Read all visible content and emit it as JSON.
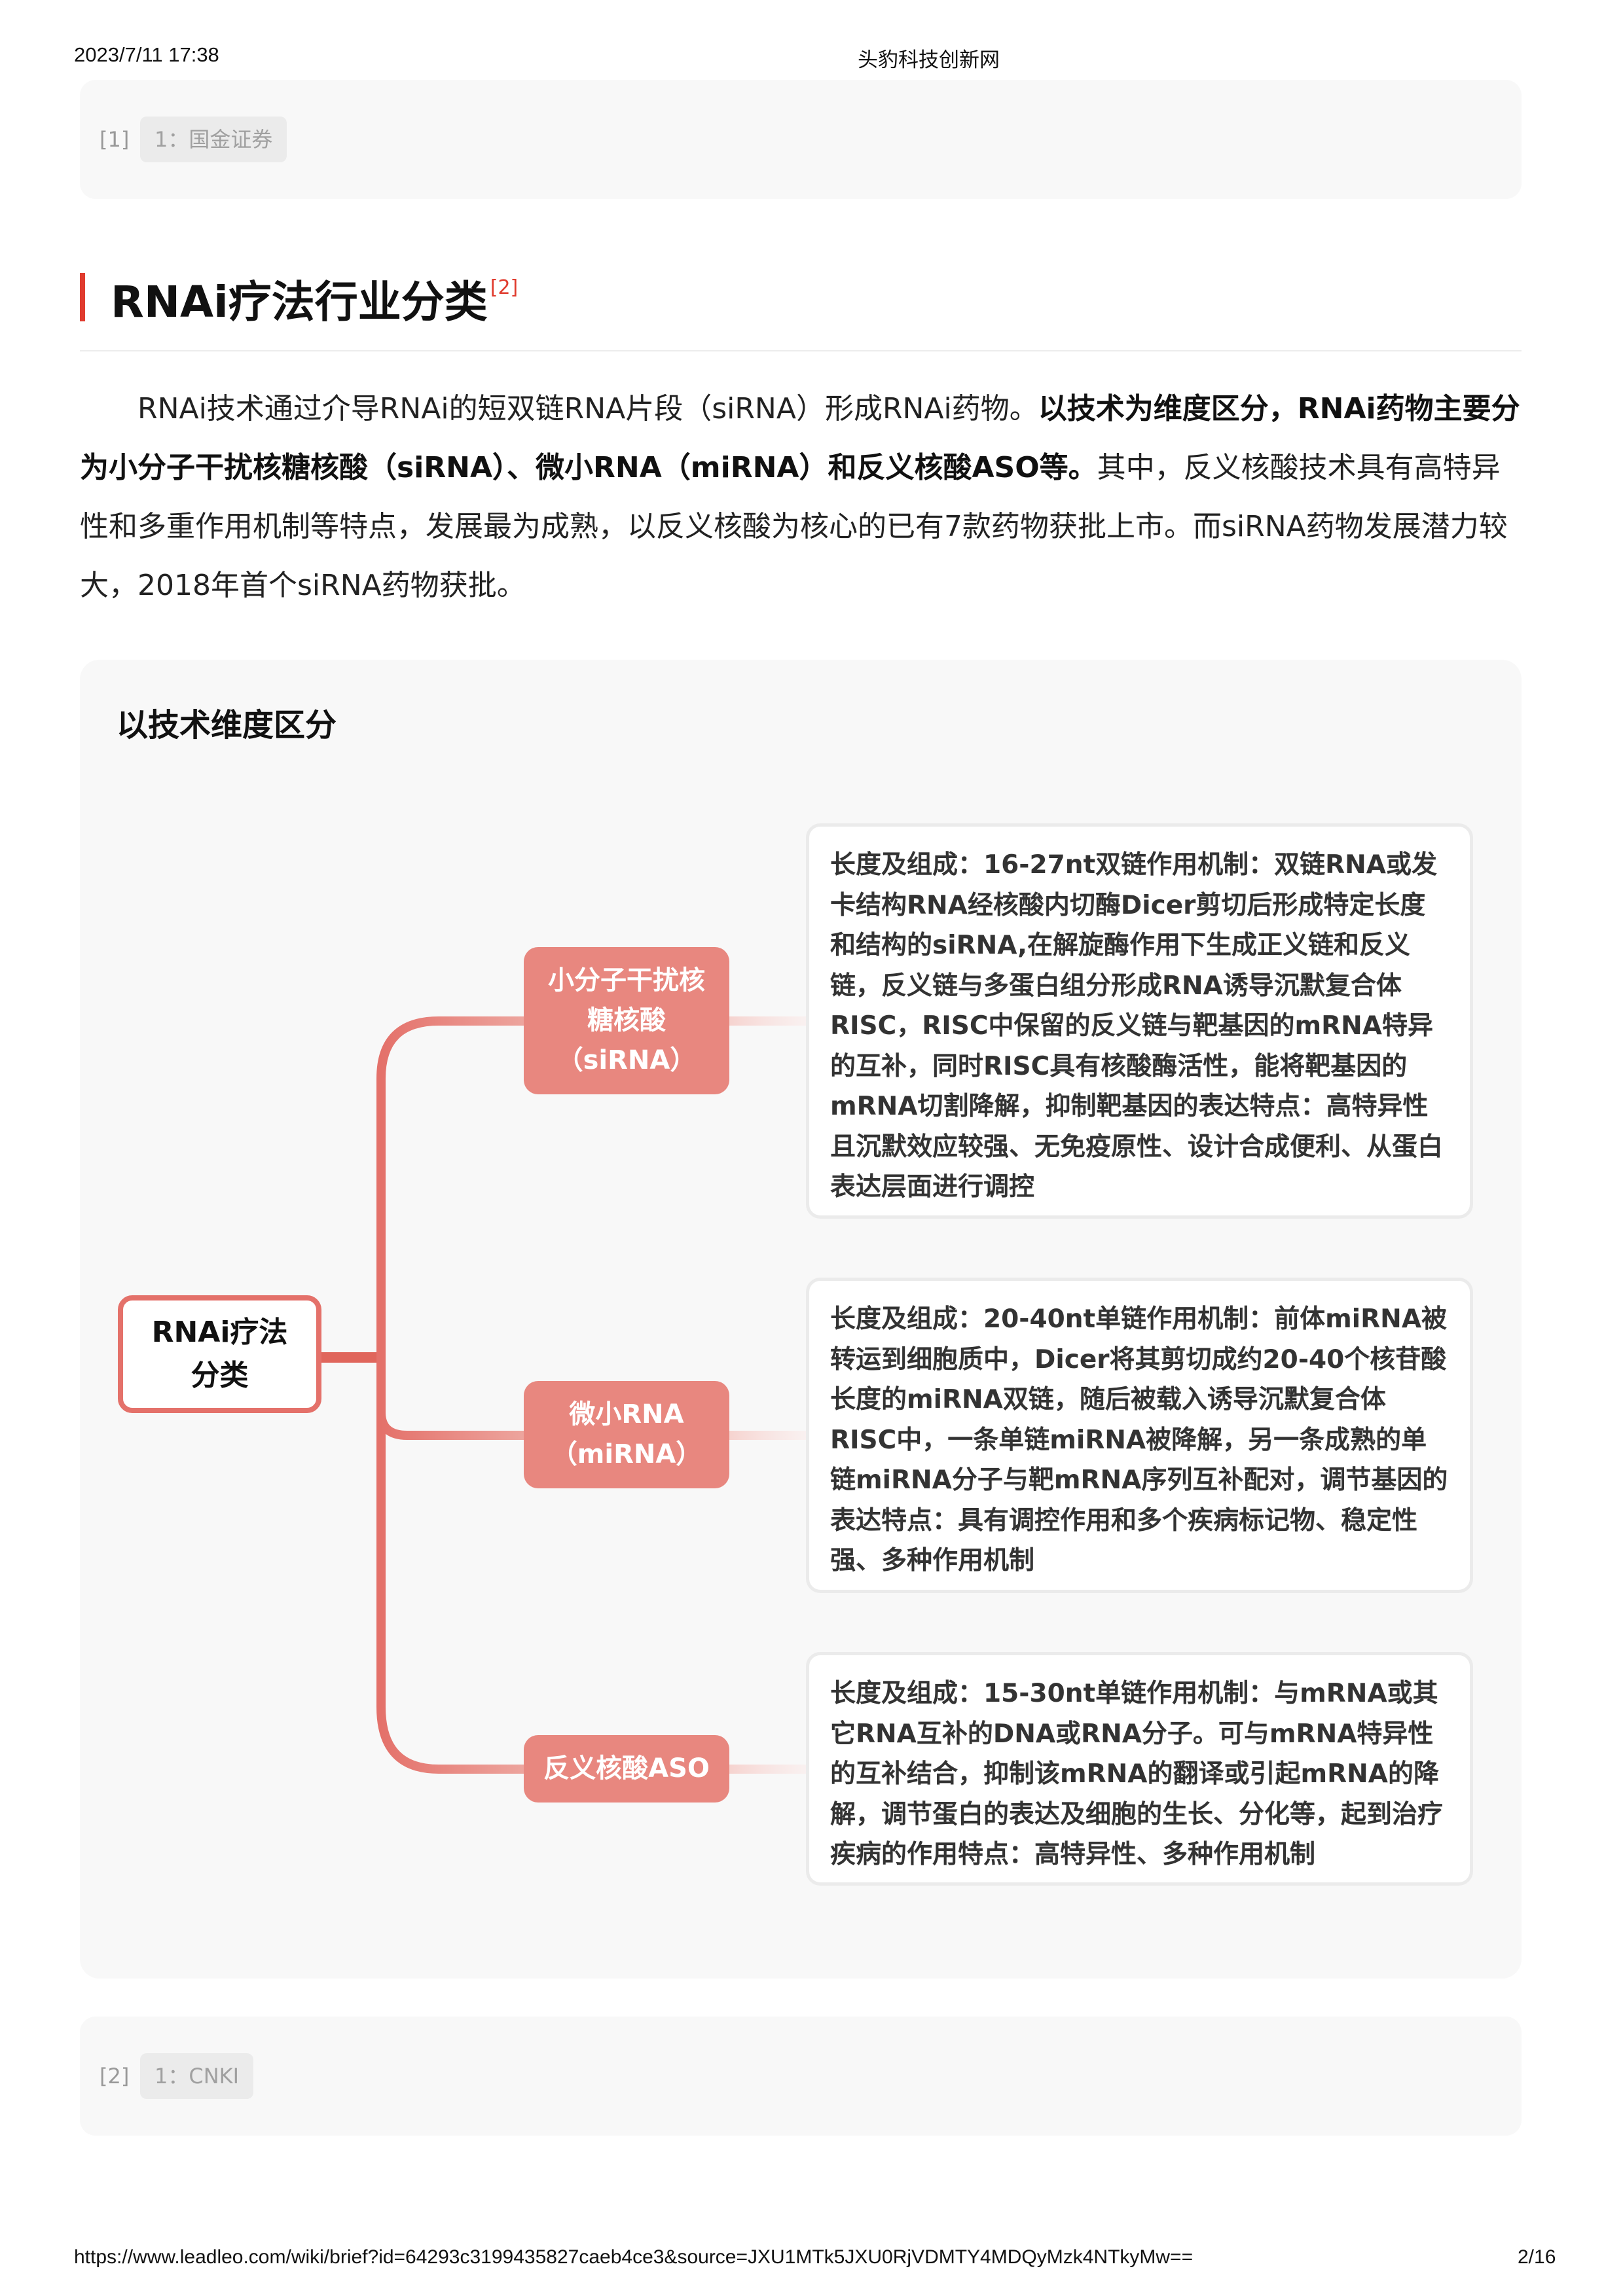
{
  "header": {
    "datetime": "2023/7/11 17:38",
    "site": "头豹科技创新网"
  },
  "ref1": {
    "index": "[1]",
    "source": "1：国金证券"
  },
  "section": {
    "title": "RNAi疗法行业分类",
    "ref": "[2]"
  },
  "paragraph": {
    "p1": "RNAi技术通过介导RNAi的短双链RNA片段（siRNA）形成RNAi药物。",
    "p2": "以技术为维度区分，RNAi药物主要分为小分子干扰核糖核酸（siRNA）、微小RNA（miRNA）和反义核酸ASO等。",
    "p3": "其中，反义核酸技术具有高特异性和多重作用机制等特点，发展最为成熟，以反义核酸为核心的已有7款药物获批上市。而siRNA药物发展潜力较大，2018年首个siRNA药物获批。"
  },
  "mindmap": {
    "title": "以技术维度区分",
    "root": "RNAi疗法分类",
    "branches": [
      {
        "label": "小分子干扰核糖核酸（siRNA）",
        "detail": "长度及组成：16-27nt双链作用机制：双链RNA或发卡结构RNA经核酸内切酶Dicer剪切后形成特定长度和结构的siRNA,在解旋酶作用下生成正义链和反义链，反义链与多蛋白组分形成RNA诱导沉默复合体RISC，RISC中保留的反义链与靶基因的mRNA特异的互补，同时RISC具有核酸酶活性，能将靶基因的mRNA切割降解，抑制靶基因的表达特点：高特异性且沉默效应较强、无免疫原性、设计合成便利、从蛋白表达层面进行调控"
      },
      {
        "label": "微小RNA（miRNA）",
        "detail": "长度及组成：20-40nt单链作用机制：前体miRNA被转运到细胞质中，Dicer将其剪切成约20-40个核苷酸长度的miRNA双链，随后被载入诱导沉默复合体RISC中，一条单链miRNA被降解，另一条成熟的单链miRNA分子与靶mRNA序列互补配对，调节基因的表达特点：具有调控作用和多个疾病标记物、稳定性强、多种作用机制"
      },
      {
        "label": "反义核酸ASO",
        "detail": "长度及组成：15-30nt单链作用机制：与mRNA或其它RNA互补的DNA或RNA分子。可与mRNA特异性的互补结合，抑制该mRNA的翻译或引起mRNA的降解，调节蛋白的表达及细胞的生长、分化等，起到治疗疾病的作用特点：高特异性、多种作用机制"
      }
    ]
  },
  "ref2": {
    "index": "[2]",
    "source": "1：CNKI"
  },
  "footer": {
    "url": "https://www.leadleo.com/wiki/brief?id=64293c3199435827caeb4ce3&source=JXU1MTk5JXU0RjVDMTY4MDQyMzk4NTkyMw==",
    "page": "2/16"
  },
  "colors": {
    "accent": "#e03b2e",
    "node": "#e8877f",
    "line": "#e4716a"
  }
}
